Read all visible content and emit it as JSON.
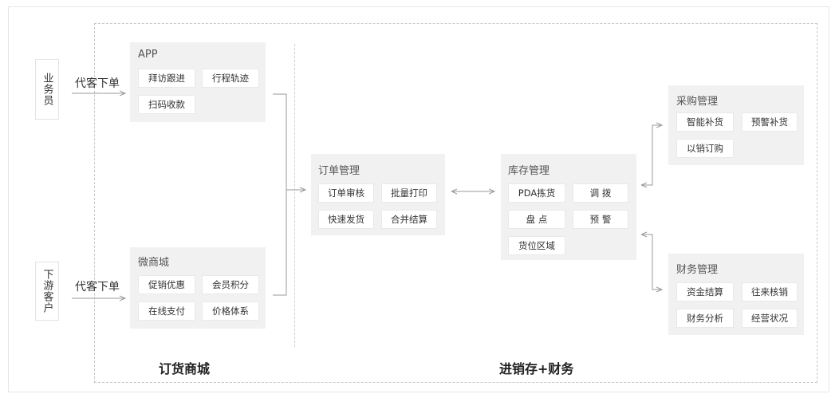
{
  "roles": {
    "salesperson": "业务员",
    "downstream_customer": "下游客户"
  },
  "edges": {
    "top_label": "代客下单",
    "bottom_label": "代客下单"
  },
  "app": {
    "title": "APP",
    "items": [
      "拜访跟进",
      "行程轨迹",
      "扫码收款"
    ]
  },
  "mini_mall": {
    "title": "微商城",
    "items": [
      "促销优惠",
      "会员积分",
      "在线支付",
      "价格体系"
    ]
  },
  "order_mgmt": {
    "title": "订单管理",
    "items": [
      "订单审核",
      "批量打印",
      "快速发货",
      "合并结算"
    ]
  },
  "inventory_mgmt": {
    "title": "库存管理",
    "items": [
      "PDA拣货",
      "调 拨",
      "盘 点",
      "预 警",
      "货位区域"
    ]
  },
  "purchase_mgmt": {
    "title": "采购管理",
    "items": [
      "智能补货",
      "预警补货",
      "以销订购"
    ]
  },
  "finance_mgmt": {
    "title": "财务管理",
    "items": [
      "资金结算",
      "往来核销",
      "财务分析",
      "经营状况"
    ]
  },
  "sections": {
    "left": "订货商城",
    "right": "进销存+财务"
  },
  "colors": {
    "panel_bg": "#f1f1f1",
    "line": "#999999",
    "dashed": "#c8c8c8"
  }
}
